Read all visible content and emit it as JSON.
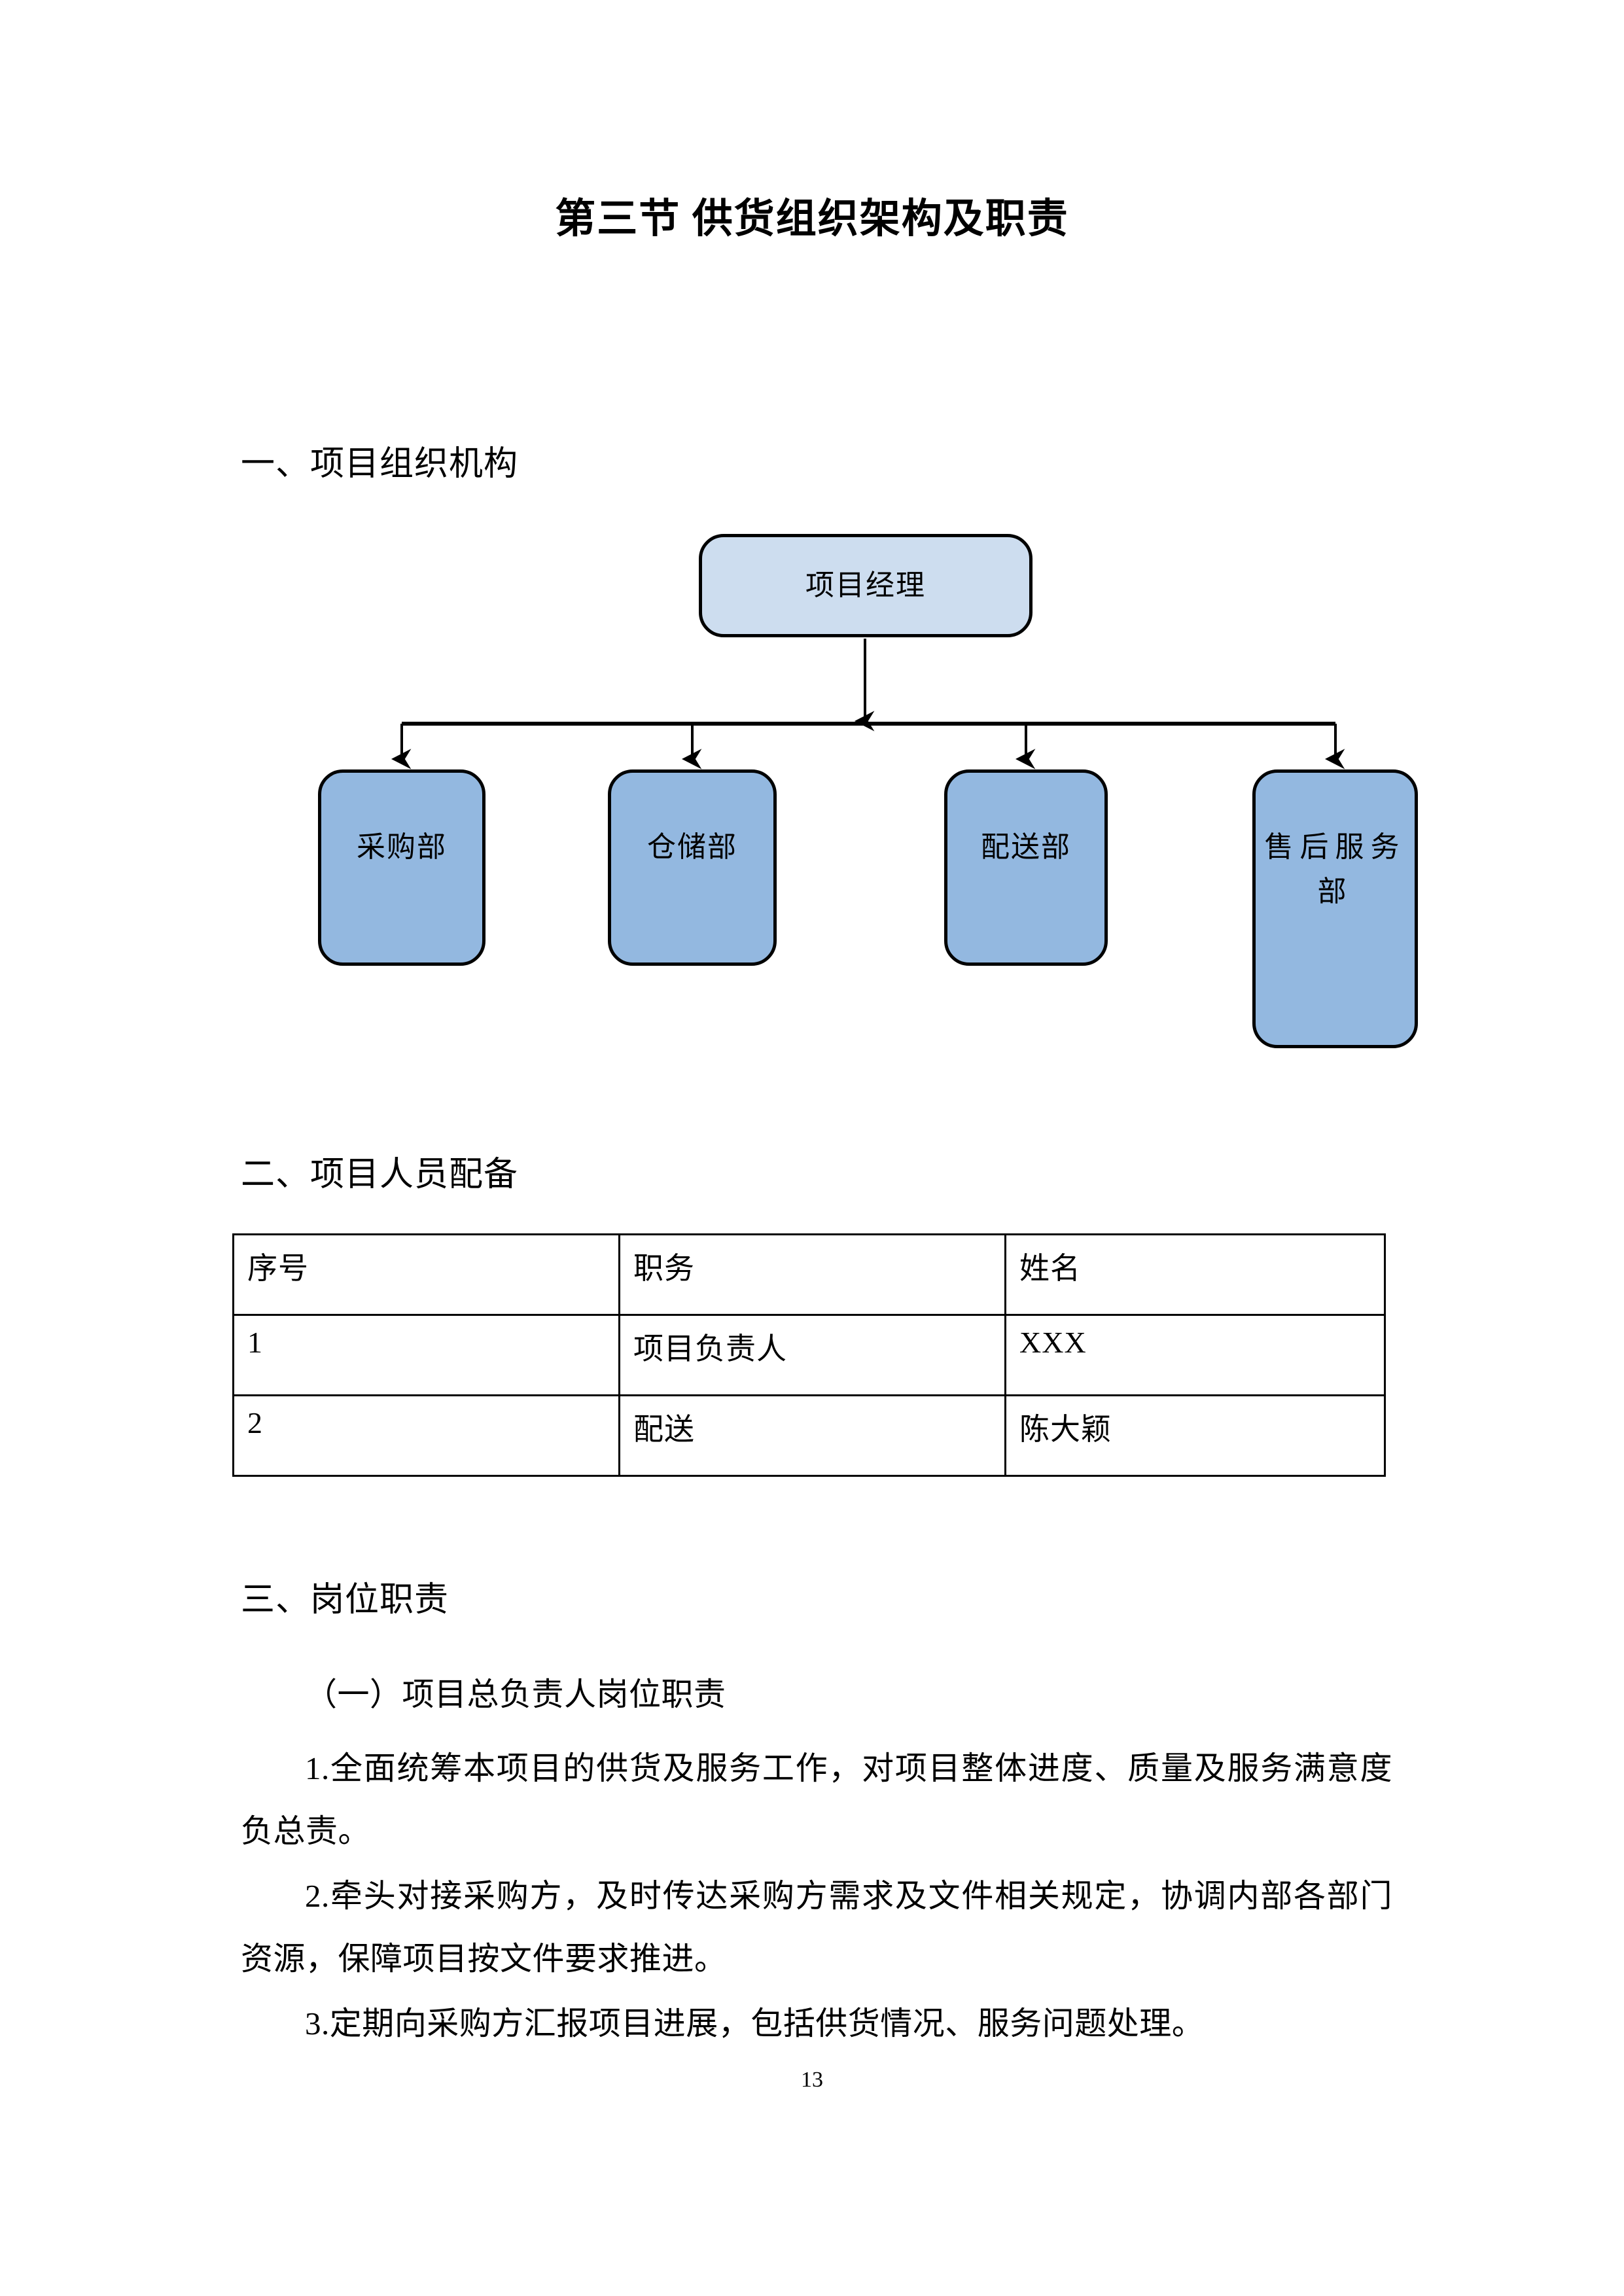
{
  "document": {
    "title": "第三节  供货组织架构及职责",
    "page_number": "13"
  },
  "sections": {
    "one": {
      "heading": "一、项目组织机构"
    },
    "two": {
      "heading": "二、项目人员配备"
    },
    "three": {
      "heading": "三、岗位职责"
    }
  },
  "org_chart": {
    "root": {
      "label": "项目经理"
    },
    "children": [
      {
        "label": "采购部"
      },
      {
        "label": "仓储部"
      },
      {
        "label": "配送部"
      },
      {
        "label": "售后服务部"
      }
    ],
    "colors": {
      "root_fill": "#cdddef",
      "child_fill": "#93b8e0",
      "border": "#000000",
      "connector": "#000000"
    }
  },
  "staff_table": {
    "headers": [
      "序号",
      "职务",
      "姓名"
    ],
    "rows": [
      {
        "no": "1",
        "role": "项目负责人",
        "name": "XXX"
      },
      {
        "no": "2",
        "role": "配送",
        "name": "陈大颖"
      }
    ]
  },
  "duties": {
    "subheading": "（一）项目总负责人岗位职责",
    "items": [
      "1.全面统筹本项目的供货及服务工作，对项目整体进度、质量及服务满意度负总责。",
      "2.牵头对接采购方，及时传达采购方需求及文件相关规定，协调内部各部门资源，保障项目按文件要求推进。",
      "3.定期向采购方汇报项目进展，包括供货情况、服务问题处理。"
    ]
  }
}
